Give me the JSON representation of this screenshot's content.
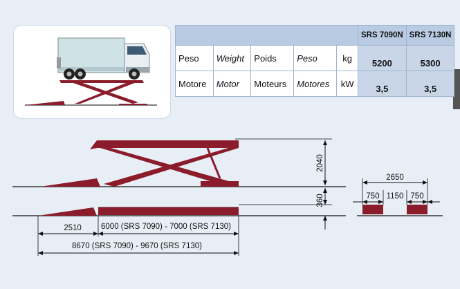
{
  "specs": {
    "models": [
      "SRS 7090N",
      "SRS 7130N"
    ],
    "rows": [
      {
        "it": "Peso",
        "en": "Weight",
        "fr": "Poids",
        "es": "Peso",
        "unit": "kg",
        "values": [
          "5200",
          "5300"
        ]
      },
      {
        "it": "Motore",
        "en": "Motor",
        "fr": "Moteurs",
        "es": "Motores",
        "unit": "kW",
        "values": [
          "3,5",
          "3,5"
        ]
      }
    ]
  },
  "drawing": {
    "height_raised": "2040",
    "height_lowered": "360",
    "track_width": "2650",
    "track_left": "750",
    "track_gap": "1150",
    "track_right": "750",
    "ramp_length": "2510",
    "platform_length": "6000 (SRS 7090) - 7000 (SRS 7130)",
    "total_length": "8670 (SRS 7090) - 9670 (SRS 7130)"
  },
  "colors": {
    "lift": "#8b1c2b",
    "table_header": "#b9cbe3",
    "value_cell": "#c9d6e8"
  }
}
